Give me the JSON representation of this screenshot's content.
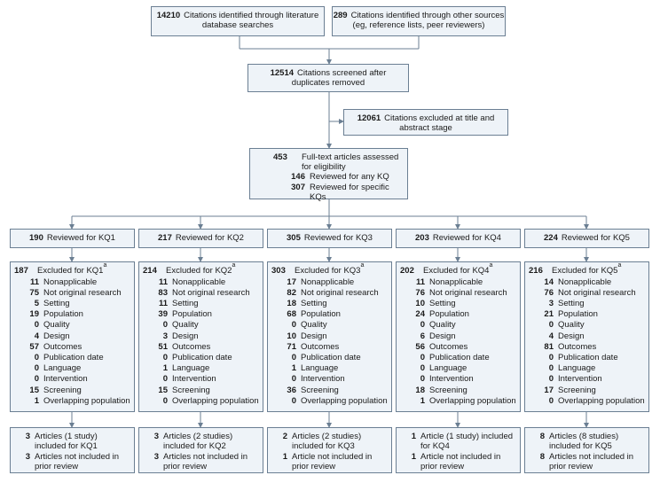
{
  "top": {
    "lit_search": {
      "count": "14210",
      "text": "Citations identified through literature database searches"
    },
    "other_sources": {
      "count": "289",
      "text": "Citations identified through other sources (eg, reference lists, peer reviewers)"
    },
    "screened": {
      "count": "12514",
      "text": "Citations screened after duplicates removed"
    },
    "excluded_title": {
      "count": "12061",
      "text": "Citations excluded at title and abstract stage"
    },
    "fulltext": {
      "count": "453",
      "text": "Full-text articles assessed for eligibility",
      "sub": [
        {
          "count": "146",
          "text": "Reviewed for any KQ"
        },
        {
          "count": "307",
          "text": "Reviewed for specific KQs"
        }
      ]
    }
  },
  "columns": [
    {
      "reviewed": {
        "count": "190",
        "text": "Reviewed for KQ1"
      },
      "excluded": {
        "count": "187",
        "text": "Excluded for KQ1",
        "sup": "a",
        "items": [
          {
            "count": "11",
            "text": "Nonapplicable"
          },
          {
            "count": "75",
            "text": "Not original research"
          },
          {
            "count": "5",
            "text": "Setting"
          },
          {
            "count": "19",
            "text": "Population"
          },
          {
            "count": "0",
            "text": "Quality"
          },
          {
            "count": "4",
            "text": "Design"
          },
          {
            "count": "57",
            "text": "Outcomes"
          },
          {
            "count": "0",
            "text": "Publication date"
          },
          {
            "count": "0",
            "text": "Language"
          },
          {
            "count": "0",
            "text": "Intervention"
          },
          {
            "count": "15",
            "text": "Screening"
          },
          {
            "count": "1",
            "text": "Overlapping population"
          }
        ]
      },
      "included": [
        {
          "count": "3",
          "text": "Articles (1 study) included for KQ1"
        },
        {
          "count": "3",
          "text": "Articles not included in prior review"
        }
      ]
    },
    {
      "reviewed": {
        "count": "217",
        "text": "Reviewed for KQ2"
      },
      "excluded": {
        "count": "214",
        "text": "Excluded for KQ2",
        "sup": "a",
        "items": [
          {
            "count": "11",
            "text": "Nonapplicable"
          },
          {
            "count": "83",
            "text": "Not original research"
          },
          {
            "count": "11",
            "text": "Setting"
          },
          {
            "count": "39",
            "text": "Population"
          },
          {
            "count": "0",
            "text": "Quality"
          },
          {
            "count": "3",
            "text": "Design"
          },
          {
            "count": "51",
            "text": "Outcomes"
          },
          {
            "count": "0",
            "text": "Publication date"
          },
          {
            "count": "1",
            "text": "Language"
          },
          {
            "count": "0",
            "text": "Intervention"
          },
          {
            "count": "15",
            "text": "Screening"
          },
          {
            "count": "0",
            "text": "Overlapping population"
          }
        ]
      },
      "included": [
        {
          "count": "3",
          "text": "Articles (2 studies) included for KQ2"
        },
        {
          "count": "3",
          "text": "Articles not included in prior review"
        }
      ]
    },
    {
      "reviewed": {
        "count": "305",
        "text": "Reviewed for KQ3"
      },
      "excluded": {
        "count": "303",
        "text": "Excluded for KQ3",
        "sup": "a",
        "items": [
          {
            "count": "17",
            "text": "Nonapplicable"
          },
          {
            "count": "82",
            "text": "Not original research"
          },
          {
            "count": "18",
            "text": "Setting"
          },
          {
            "count": "68",
            "text": "Population"
          },
          {
            "count": "0",
            "text": "Quality"
          },
          {
            "count": "10",
            "text": "Design"
          },
          {
            "count": "71",
            "text": "Outcomes"
          },
          {
            "count": "0",
            "text": "Publication date"
          },
          {
            "count": "1",
            "text": "Language"
          },
          {
            "count": "0",
            "text": "Intervention"
          },
          {
            "count": "36",
            "text": "Screening"
          },
          {
            "count": "0",
            "text": "Overlapping population"
          }
        ]
      },
      "included": [
        {
          "count": "2",
          "text": "Articles (2 studies) included for KQ3"
        },
        {
          "count": "1",
          "text": "Article not included in prior review"
        }
      ]
    },
    {
      "reviewed": {
        "count": "203",
        "text": "Reviewed for KQ4"
      },
      "excluded": {
        "count": "202",
        "text": "Excluded for KQ4",
        "sup": "a",
        "items": [
          {
            "count": "11",
            "text": "Nonapplicable"
          },
          {
            "count": "76",
            "text": "Not original research"
          },
          {
            "count": "10",
            "text": "Setting"
          },
          {
            "count": "24",
            "text": "Population"
          },
          {
            "count": "0",
            "text": "Quality"
          },
          {
            "count": "6",
            "text": "Design"
          },
          {
            "count": "56",
            "text": "Outcomes"
          },
          {
            "count": "0",
            "text": "Publication date"
          },
          {
            "count": "0",
            "text": "Language"
          },
          {
            "count": "0",
            "text": "Intervention"
          },
          {
            "count": "18",
            "text": "Screening"
          },
          {
            "count": "1",
            "text": "Overlapping population"
          }
        ]
      },
      "included": [
        {
          "count": "1",
          "text": "Article (1 study) included for KQ4"
        },
        {
          "count": "1",
          "text": "Article not included in prior review"
        }
      ]
    },
    {
      "reviewed": {
        "count": "224",
        "text": "Reviewed for KQ5"
      },
      "excluded": {
        "count": "216",
        "text": "Excluded for KQ5",
        "sup": "a",
        "items": [
          {
            "count": "14",
            "text": "Nonapplicable"
          },
          {
            "count": "76",
            "text": "Not original research"
          },
          {
            "count": "3",
            "text": "Setting"
          },
          {
            "count": "21",
            "text": "Population"
          },
          {
            "count": "0",
            "text": "Quality"
          },
          {
            "count": "4",
            "text": "Design"
          },
          {
            "count": "81",
            "text": "Outcomes"
          },
          {
            "count": "0",
            "text": "Publication date"
          },
          {
            "count": "0",
            "text": "Language"
          },
          {
            "count": "0",
            "text": "Intervention"
          },
          {
            "count": "17",
            "text": "Screening"
          },
          {
            "count": "0",
            "text": "Overlapping population"
          }
        ]
      },
      "included": [
        {
          "count": "8",
          "text": "Articles (8 studies) included for KQ5"
        },
        {
          "count": "8",
          "text": "Articles not included in prior review"
        }
      ]
    }
  ]
}
